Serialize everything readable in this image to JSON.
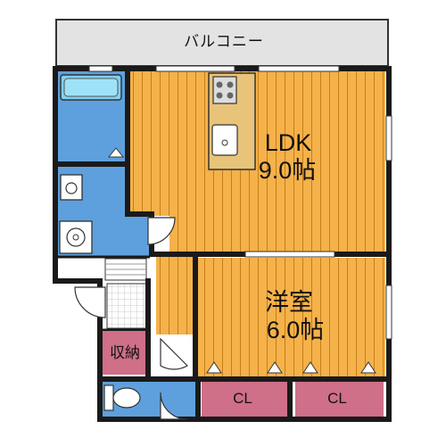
{
  "plan": {
    "balcony": "バルコニー",
    "ldk_name": "LDK",
    "ldk_size": "9.0帖",
    "room_name": "洋室",
    "room_size": "6.0帖",
    "storage": "収納",
    "closet_1": "CL",
    "closet_2": "CL"
  },
  "colors": {
    "wood": "#f5b24a",
    "wood_line": "#c77e1a",
    "water": "#5ea0dd",
    "closet": "#cf6f88",
    "balcony": "#e3e3e3",
    "wall": "#1a1a1a"
  }
}
